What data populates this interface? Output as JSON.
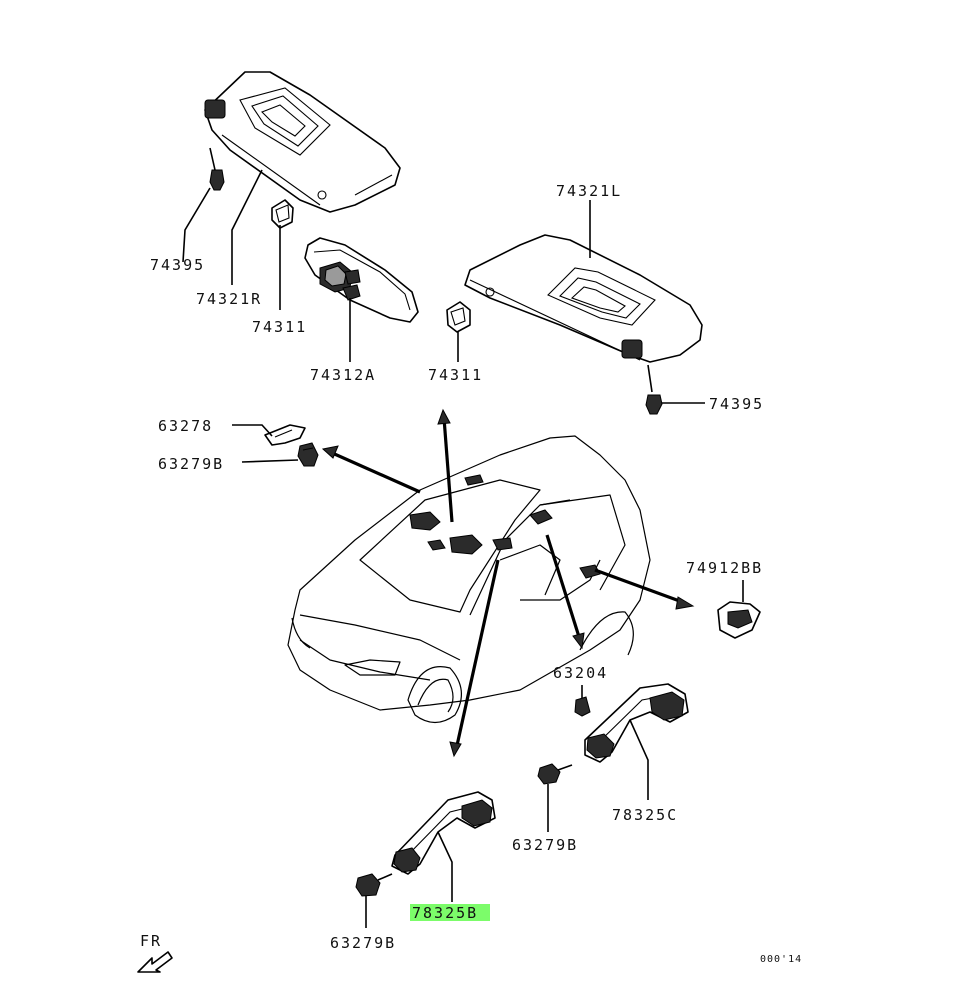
{
  "colors": {
    "line": "#000000",
    "highlight": "#7CFC6A",
    "background": "#ffffff"
  },
  "labels": {
    "p74395_left": "74395",
    "p74321R": "74321R",
    "p74311_left": "74311",
    "p74312A": "74312A",
    "p74321L": "74321L",
    "p74311_right": "74311",
    "p74395_right": "74395",
    "p63278": "63278",
    "p63279B_top": "63279B",
    "p74912BB": "74912BB",
    "p63204": "63204",
    "p78325C": "78325C",
    "p63279B_mid": "63279B",
    "p78325B": "78325B",
    "p63279B_bottom": "63279B",
    "front_marker": "FR",
    "drawing_code": "000'14"
  },
  "highlighted_part": "78325B"
}
